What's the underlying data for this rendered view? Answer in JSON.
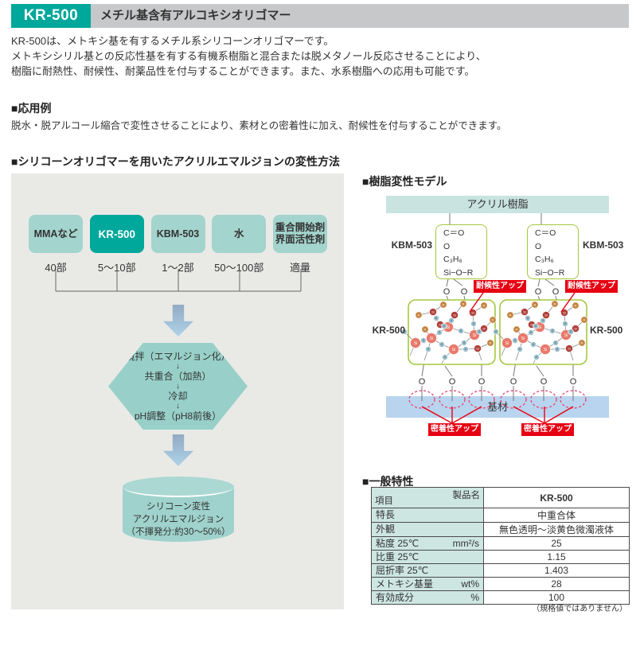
{
  "header": {
    "badge": "KR-500",
    "title": "メチル基含有アルコキシオリゴマー"
  },
  "intro_lines": [
    "KR-500は、メトキシ基を有するメチル系シリコーンオリゴマーです。",
    "メトキシシリル基との反応性基を有する有機系樹脂と混合または脱メタノール反応させることにより、",
    "樹脂に耐熱性、耐候性、耐薬品性を付与することができます。また、水系樹脂への応用も可能です。"
  ],
  "application": {
    "heading": "■応用例",
    "body": "脱水・脱アルコール縮合で変性させることにより、素材との密着性に加え、耐候性を付与することができます。"
  },
  "flow": {
    "heading": "■シリコーンオリゴマーを用いたアクリルエマルジョンの変性方法",
    "ingredients": [
      {
        "name_lines": [
          "MMAなど"
        ],
        "amount": "40部",
        "highlight": false
      },
      {
        "name_lines": [
          "KR-500"
        ],
        "amount": "5～10部",
        "highlight": true
      },
      {
        "name_lines": [
          "KBM-503"
        ],
        "amount": "1～2部",
        "highlight": false
      },
      {
        "name_lines": [
          "水"
        ],
        "amount": "50～100部",
        "highlight": false
      },
      {
        "name_lines": [
          "重合開始剤",
          "界面活性剤"
        ],
        "amount": "適量",
        "highlight": false
      }
    ],
    "step_arrow": "↓",
    "process_steps": [
      "撹拌（エマルジョン化）",
      "共重合（加熱）",
      "冷却",
      "pH調整（pH8前後）"
    ],
    "result_lines": [
      "シリコーン変性",
      "アクリルエマルジョン",
      "（不揮発分:約30～50%）"
    ]
  },
  "model": {
    "heading": "■樹脂変性モデル",
    "resin_label": "アクリル樹脂",
    "kbm_label": "KBM-503",
    "kr_label": "KR-500",
    "structure_lines": [
      "C＝O",
      "O",
      "C₃H₆",
      "Si−O−R"
    ],
    "o_label": "O",
    "weather_badge": "耐候性アップ",
    "adhesion_badge": "密着性アップ",
    "substrate_label": "基材",
    "atom_labels": {
      "si": "Si",
      "o": "O",
      "r": "R"
    },
    "colors": {
      "accent_teal": "#00a79b",
      "badge_red": "#e60012",
      "box_green": "#a3c93e"
    }
  },
  "properties": {
    "heading": "■一般特性",
    "corner_top": "製品名",
    "corner_bottom": "項目",
    "product": "KR-500",
    "rows": [
      {
        "item": "特長",
        "unit": "",
        "value": "中重合体"
      },
      {
        "item": "外観",
        "unit": "",
        "value": "無色透明～淡黄色微濁液体"
      },
      {
        "item": "粘度 25℃",
        "unit": "mm²/s",
        "value": "25"
      },
      {
        "item": "比重 25℃",
        "unit": "",
        "value": "1.15"
      },
      {
        "item": "屈折率 25℃",
        "unit": "",
        "value": "1.403"
      },
      {
        "item": "メトキシ基量",
        "unit": "wt%",
        "value": "28"
      },
      {
        "item": "有効成分",
        "unit": "%",
        "value": "100"
      }
    ],
    "note": "（規格値ではありません）"
  }
}
